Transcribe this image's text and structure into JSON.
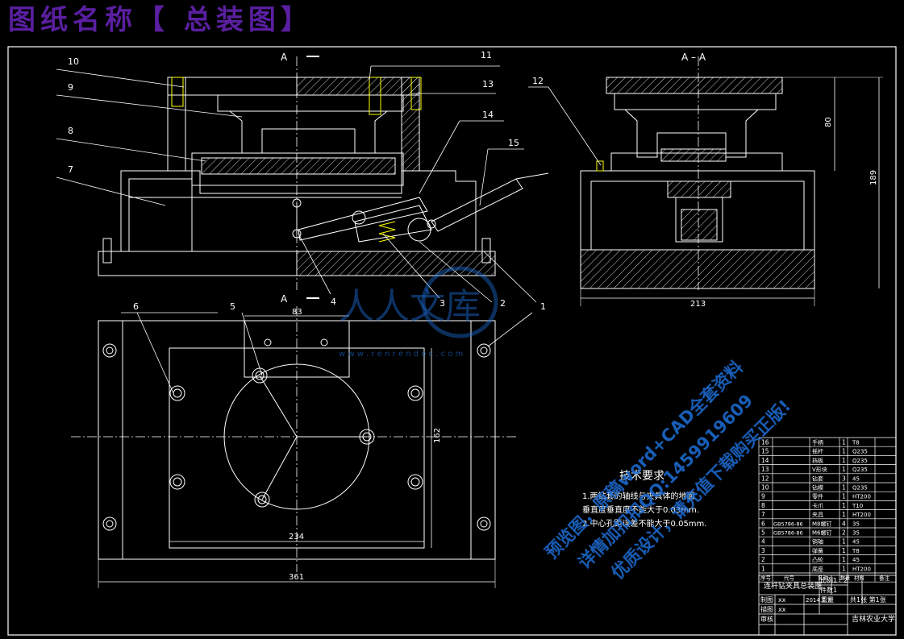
{
  "header": {
    "title": "图纸名称【 总装图】"
  },
  "section_labels": {
    "front": "A",
    "side": "A – A",
    "bottom": "A"
  },
  "part_callouts": [
    "10",
    "9",
    "8",
    "7",
    "11",
    "13",
    "14",
    "15",
    "12",
    "6",
    "5",
    "4",
    "3",
    "2",
    "1"
  ],
  "dimensions": {
    "side_height_small": "80",
    "side_height_total": "189",
    "side_width": "213",
    "plan_slot_width": "83",
    "plan_inner_height": "162",
    "plan_inner_width": "234",
    "plan_total_width": "361"
  },
  "tech_requirements": {
    "title": "技术要求",
    "items": [
      "1.两钻套的轴线与夹具体的地面",
      "垂直度垂直度不能大于0.03mm.",
      "2.中心孔距误差不能大于0.05mm."
    ]
  },
  "bom": {
    "rows": [
      {
        "no": "16",
        "std": "",
        "name": "手柄",
        "qty": "1",
        "mat": "T8"
      },
      {
        "no": "15",
        "std": "",
        "name": "摇杆",
        "qty": "1",
        "mat": "Q235"
      },
      {
        "no": "14",
        "std": "",
        "name": "挡板",
        "qty": "1",
        "mat": "Q235"
      },
      {
        "no": "13",
        "std": "",
        "name": "V形块",
        "qty": "1",
        "mat": "Q235"
      },
      {
        "no": "12",
        "std": "",
        "name": "钻套",
        "qty": "3",
        "mat": "45"
      },
      {
        "no": "10",
        "std": "",
        "name": "钻模",
        "qty": "1",
        "mat": "Q235"
      },
      {
        "no": "9",
        "std": "",
        "name": "零件",
        "qty": "1",
        "mat": "HT200"
      },
      {
        "no": "8",
        "std": "",
        "name": "卡爪",
        "qty": "1",
        "mat": "T10"
      },
      {
        "no": "7",
        "std": "",
        "name": "夹具",
        "qty": "1",
        "mat": "HT200"
      },
      {
        "no": "6",
        "std": "GB5786-86",
        "name": "M8螺钉",
        "qty": "4",
        "mat": "35"
      },
      {
        "no": "5",
        "std": "GB5786-86",
        "name": "M6螺钉",
        "qty": "2",
        "mat": "35"
      },
      {
        "no": "4",
        "std": "",
        "name": "销轴",
        "qty": "1",
        "mat": "45"
      },
      {
        "no": "3",
        "std": "",
        "name": "弹簧",
        "qty": "1",
        "mat": "T8"
      },
      {
        "no": "2",
        "std": "",
        "name": "凸轮",
        "qty": "1",
        "mat": "45"
      },
      {
        "no": "1",
        "std": "",
        "name": "底座",
        "qty": "1",
        "mat": "HT200"
      }
    ],
    "head": {
      "no": "序号",
      "std": "代号",
      "name": "名称",
      "qty": "数量",
      "mat": "材料",
      "note": "备注"
    }
  },
  "title_block": {
    "drawing_name": "连杆钻夹具总装图",
    "scale_label": "比例",
    "scale_value": "1 : 2",
    "count_label": "件数",
    "count_value": "1",
    "designer_label": "制图",
    "designer_value": "xx",
    "date_value": "2014.7.7",
    "weight_label": "重量",
    "sheet_info": "共1张 第1张",
    "checker_label": "描图",
    "checker_value": "xx",
    "reviewer_label": "审核",
    "school": "吉林农业大学"
  },
  "watermark": {
    "logo_text": "人人文库",
    "url": "w w w . r e n r e n d o c . c o m",
    "lines": [
      "预览图，原稿word+CAD全套资料",
      "详情加扣扣QQ:1459919609",
      "优质设计，请充值下载购买正版!"
    ]
  },
  "colors": {
    "line": "#ffffff",
    "accent": "#ffff00",
    "header": "#5a1fa0",
    "watermark": "#1e6fd9"
  }
}
